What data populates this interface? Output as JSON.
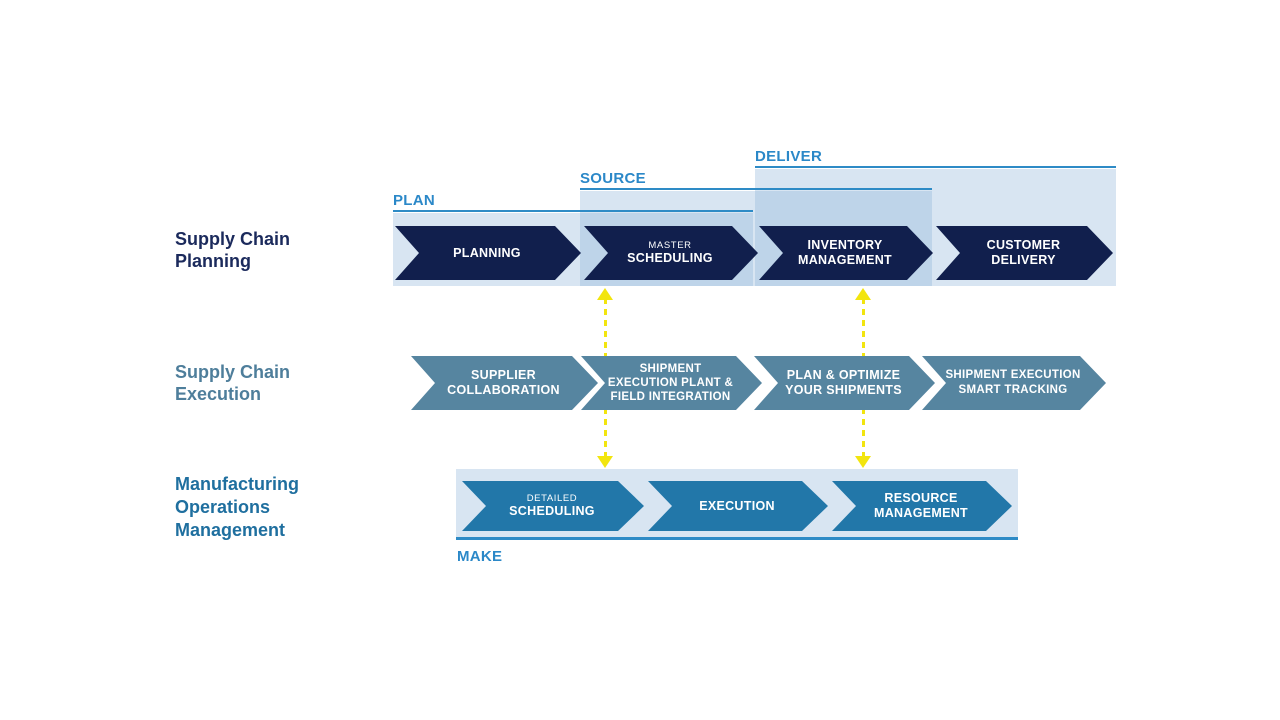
{
  "diagram": {
    "row_titles": [
      {
        "name": "supply-chain-planning",
        "lines": [
          "Supply Chain",
          "Planning"
        ]
      },
      {
        "name": "supply-chain-execution",
        "lines": [
          "Supply Chain",
          "Execution"
        ]
      },
      {
        "name": "manufacturing-operations-management",
        "lines": [
          "Manufacturing",
          "Operations",
          "Management"
        ]
      }
    ],
    "phases": [
      {
        "name": "plan",
        "label": "PLAN"
      },
      {
        "name": "source",
        "label": "SOURCE"
      },
      {
        "name": "deliver",
        "label": "DELIVER"
      },
      {
        "name": "make",
        "label": "MAKE"
      }
    ],
    "rows": [
      {
        "name": "supply-chain-planning",
        "arrows": [
          {
            "lines": [
              "PLANNING"
            ]
          },
          {
            "small": "MASTER",
            "lines": [
              "SCHEDULING"
            ]
          },
          {
            "lines": [
              "INVENTORY",
              "MANAGEMENT"
            ]
          },
          {
            "lines": [
              "CUSTOMER",
              "DELIVERY"
            ]
          }
        ]
      },
      {
        "name": "supply-chain-execution",
        "arrows": [
          {
            "lines": [
              "SUPPLIER",
              "COLLABORATION"
            ]
          },
          {
            "lines": [
              "SHIPMENT",
              "EXECUTION PLANT &",
              "FIELD INTEGRATION"
            ]
          },
          {
            "lines": [
              "PLAN & OPTIMIZE",
              "YOUR SHIPMENTS"
            ]
          },
          {
            "lines": [
              "SHIPMENT EXECUTION",
              "SMART TRACKING"
            ]
          }
        ]
      },
      {
        "name": "manufacturing-operations-management",
        "arrows": [
          {
            "small": "DETAILED",
            "lines": [
              "SCHEDULING"
            ]
          },
          {
            "lines": [
              "EXECUTION"
            ]
          },
          {
            "lines": [
              "RESOURCE",
              "MANAGEMENT"
            ]
          }
        ]
      }
    ],
    "colors": {
      "planning_arrow": "#111f4d",
      "execution_arrow": "#5685a0",
      "mom_arrow": "#2277a9",
      "phase_label": "#2b88c8",
      "phase_line": "#2e8bc6",
      "panel_fill": "rgba(144,181,218,0.35)",
      "connector_yellow": "#f2e50e",
      "planning_title": "#1b2a5c",
      "execution_title": "#4e7e9b",
      "mom_title": "#1f6f9f"
    }
  }
}
